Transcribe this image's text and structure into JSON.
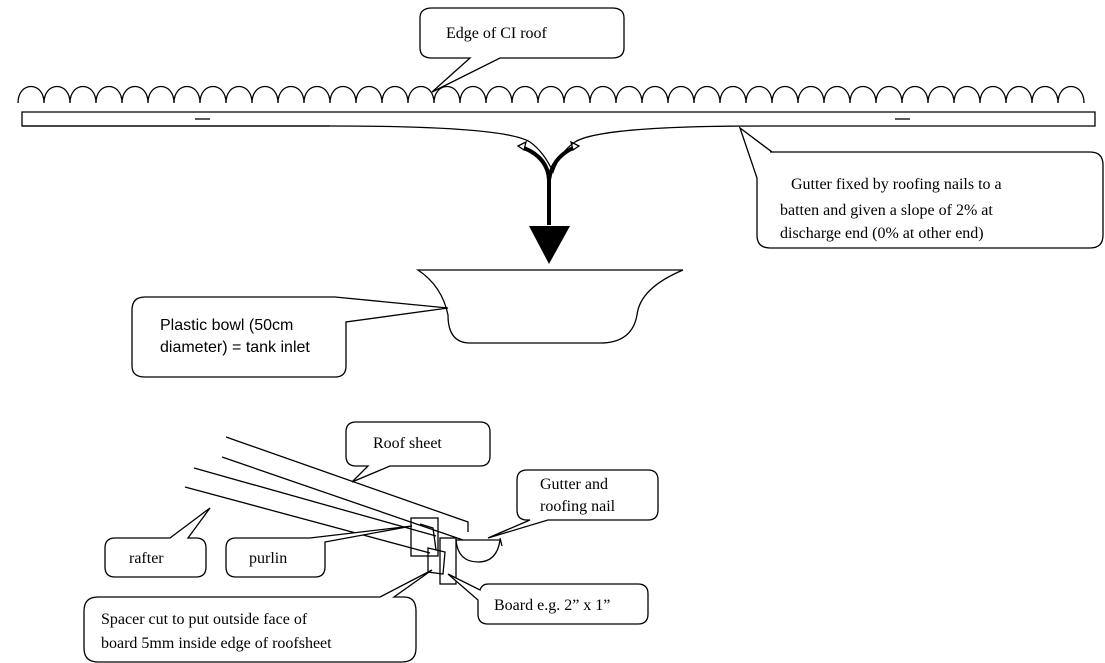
{
  "labels": {
    "edge_of_roof": "Edge of CI roof",
    "gutter_note": [
      "Gutter fixed by roofing nails to a",
      "batten and given a slope of 2% at",
      "discharge end (0% at other end)"
    ],
    "bowl_note": [
      "Plastic bowl (50cm",
      "diameter) = tank inlet"
    ],
    "roof_sheet": "Roof sheet",
    "gutter_nail": [
      "Gutter and",
      "roofing nail"
    ],
    "rafter": "rafter",
    "purlin": "purlin",
    "board": "Board e.g. 2” x 1”",
    "spacer": [
      "Spacer cut to put outside face of",
      "board 5mm inside edge of roofsheet"
    ]
  }
}
